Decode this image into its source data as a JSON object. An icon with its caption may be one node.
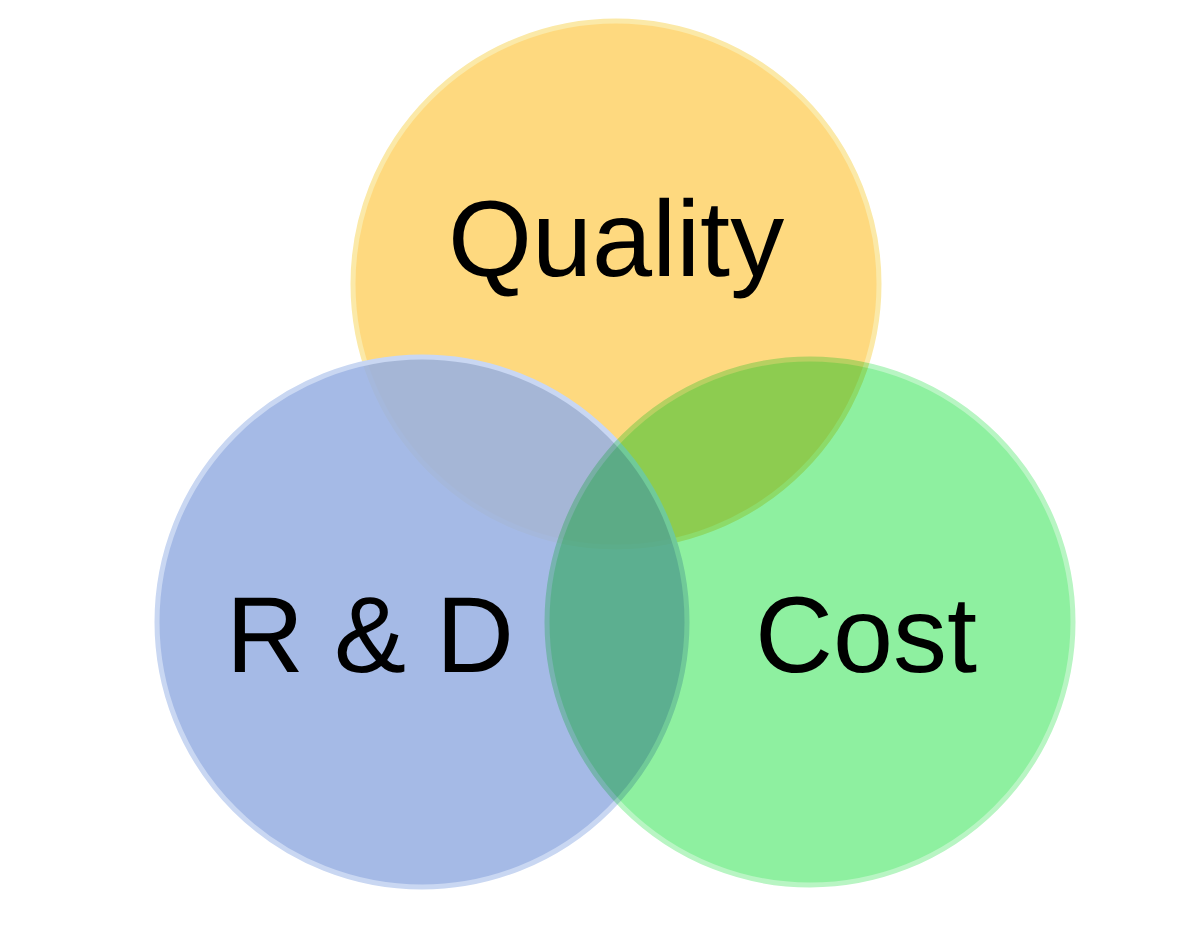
{
  "diagram": {
    "nodes": [
      {
        "text": [
          "Quality"
        ]
      },
      {
        "text": [
          "R & D"
        ]
      },
      {
        "text": [
          "Cost"
        ]
      }
    ]
  }
}
